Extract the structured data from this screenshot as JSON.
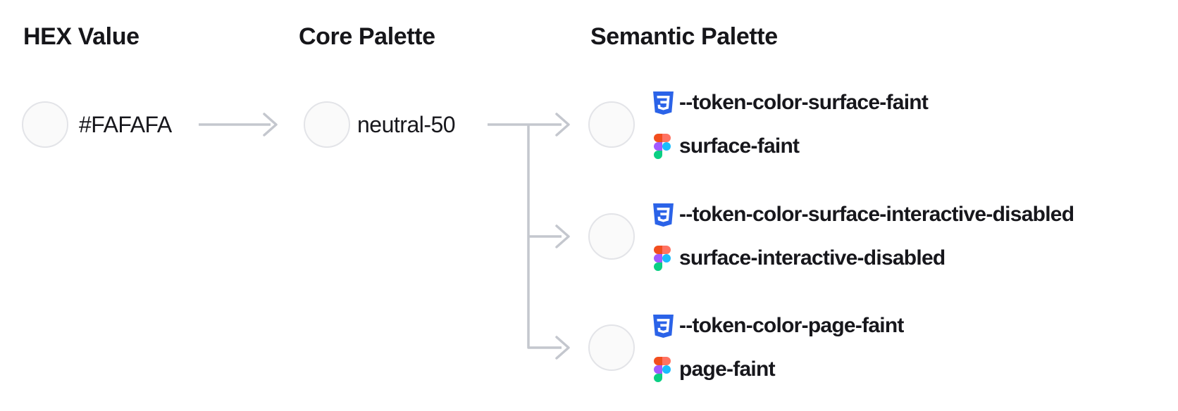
{
  "diagram_title": "color-token-mapping",
  "columns": {
    "hex": {
      "header": "HEX Value",
      "swatch": {
        "color": "#FAFAFA"
      },
      "value": "#FAFAFA"
    },
    "core": {
      "header": "Core Palette",
      "swatch": {
        "color": "#FAFAFA"
      },
      "value": "neutral-50"
    },
    "semantic": {
      "header": "Semantic Palette",
      "tokens": [
        {
          "swatch_color": "#FAFAFA",
          "css_variable": "--token-color-surface-faint",
          "figma_style": "surface-faint"
        },
        {
          "swatch_color": "#FAFAFA",
          "css_variable": "--token-color-surface-interactive-disabled",
          "figma_style": "surface-interactive-disabled"
        },
        {
          "swatch_color": "#FAFAFA",
          "css_variable": "--token-color-page-faint",
          "figma_style": "page-faint"
        }
      ]
    }
  },
  "icons": {
    "css": "css3-shield-icon",
    "figma": "figma-logo-icon"
  },
  "colors": {
    "text": "#17171C",
    "connector": "#C4C7CE",
    "swatch_fill": "#FAFAFA",
    "swatch_border": "#E3E4E8",
    "css_icon_blue": "#2B63E8",
    "figma_red": "#F24E1E",
    "figma_salmon": "#FF7262",
    "figma_purple": "#A259FF",
    "figma_blue": "#1ABCFE",
    "figma_green": "#0ACF83"
  }
}
